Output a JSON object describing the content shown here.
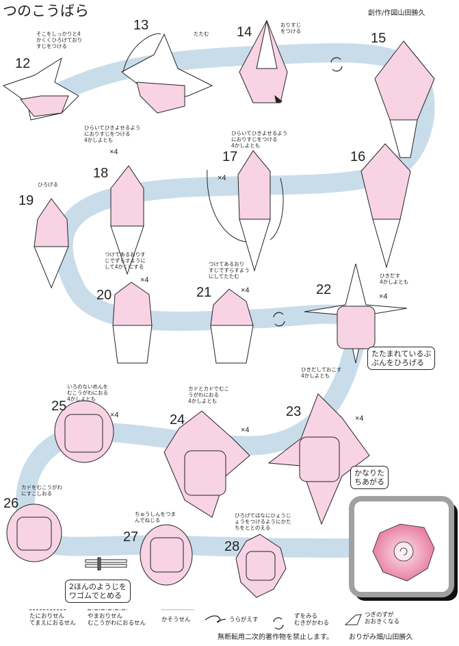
{
  "title": "つのこうばら",
  "credit": "創作/作図山田勝久",
  "colors": {
    "ribbon": "#c9dcea",
    "paper": "#f7d3e4",
    "rose": "#e87fa3",
    "frame": "#a0a0a0"
  },
  "steps": [
    {
      "num": "12",
      "note": "そこをしっかりと4\nかくくひろげており\nすじをつける"
    },
    {
      "num": "13",
      "note": "たたむ"
    },
    {
      "num": "14",
      "note": "おりすじ\nをつける"
    },
    {
      "num": "15",
      "note": ""
    },
    {
      "num": "16",
      "note": ""
    },
    {
      "num": "17",
      "note": "ひらいてひきよせるよう\nにおりすじをつける\n4かしよとも"
    },
    {
      "num": "18",
      "note": "ひらいてひきよせるよう\nにおりすじをつける\n4かしよとも"
    },
    {
      "num": "19",
      "note": "ひろげる"
    },
    {
      "num": "20",
      "note": "つけてあるおりす\nじでずらすように\nして4かくにする"
    },
    {
      "num": "21",
      "note": "つけてあるおり\nすじでずらすよう\nにしてたたむ"
    },
    {
      "num": "22",
      "note": "ひきだす\n4かしよとも",
      "callout": "たたまれているぶ\nぶんをひろげる"
    },
    {
      "num": "23",
      "note": "ひきだしておこす\n4かしよとも",
      "callout": "かなりた\nちあがる"
    },
    {
      "num": "24",
      "note": "カドとカドでむこ\nうがわにおる\n4かしよとも"
    },
    {
      "num": "25",
      "note": "いろのないめんを\nむこうがわにおる\n4かしよとも"
    },
    {
      "num": "26",
      "note": "カドをむこうがわ\nにすこしおる"
    },
    {
      "num": "27",
      "note": "ちゅうしんをつま\nんでねじる",
      "callout": "2ほんのようじを\nワゴムでとめる"
    },
    {
      "num": "28",
      "note": "ひろげてはなにひょうじ\nょうをつけるようにかた\nちをととのえる"
    }
  ],
  "repeat_label": "×4",
  "legend": {
    "valley": "たにおりせん\nてまえにおるせん",
    "mountain": "やまおりせん\nむこうがわにおるせん",
    "hidden": "かそうせん",
    "turn_over": "うらがえす",
    "rotate": "ずをみる\nむきがかわる",
    "enlarge": "つぎのずが\nおおきくなる"
  },
  "footer": {
    "notice": "無断転用二次的著作物を禁止します。",
    "author": "おりがみ畑/山田勝久"
  }
}
